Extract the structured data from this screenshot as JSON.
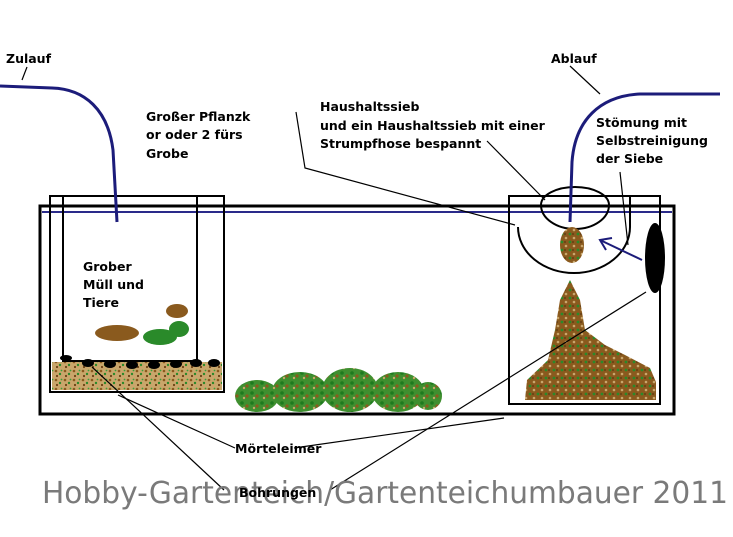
{
  "labels": {
    "zulauf": "Zulauf",
    "ablauf": "Ablauf",
    "pflanzkorb": [
      "Großer Pflanzk",
      "or oder 2 fürs",
      "Grobe"
    ],
    "haushaltssieb": [
      "Haushaltssieb",
      "und ein Haushaltssieb mit einer",
      "Strumpfhose bespannt"
    ],
    "stroemung": [
      "Stömung mit",
      "Selbstreinigung",
      "der Siebe"
    ],
    "grober_muell": [
      "Grober",
      "Müll und",
      "Tiere"
    ],
    "moerteleimer": "Mörteleimer",
    "bohrungen": "Bohrungen"
  },
  "watermark": "Hobby-Gartenteich/Gartenteichumbauer 2011",
  "colors": {
    "pipe": "#1c1c7a",
    "water_line": "#2a2a8a",
    "outline": "#000000",
    "debris_brown": "#8a5a1e",
    "debris_green": "#2a8a2a",
    "watermark": "#7a7a7a"
  }
}
